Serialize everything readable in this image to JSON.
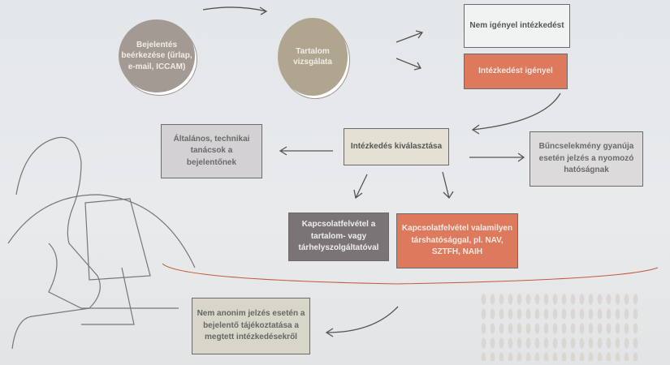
{
  "nodes": {
    "intake": "Bejelentés beérkezése (űrlap, e-mail, ICCAM)",
    "review": "Tartalom vizsgálata",
    "no_action": "Nem igényel intézkedést",
    "action": "Intézkedést igényel",
    "select": "Intézkedés kiválasztása",
    "advice": "Általános, technikai tanácsok a bejelentőnek",
    "crime": "Bűncselekmény gyanúja esetén jelzés a nyomozó hatóságnak",
    "host": "Kapcsolatfelvétel a tartalom- vagy tárhelyszolgáltatóval",
    "authority": "Kapcsolatfelvétel valamilyen társhatósággal, pl. NAV, SZTFH, NAIH",
    "inform": "Nem anonim jelzés esetén a bejelentő tájékoztatása a megtett intézkedésekről"
  },
  "colors": {
    "orange": "#dd7a5e",
    "taupe": "#a39a94",
    "olive": "#b0a690",
    "dark": "#7a7476",
    "cream": "#e4e1d4",
    "gray": "#d3d1d3"
  }
}
